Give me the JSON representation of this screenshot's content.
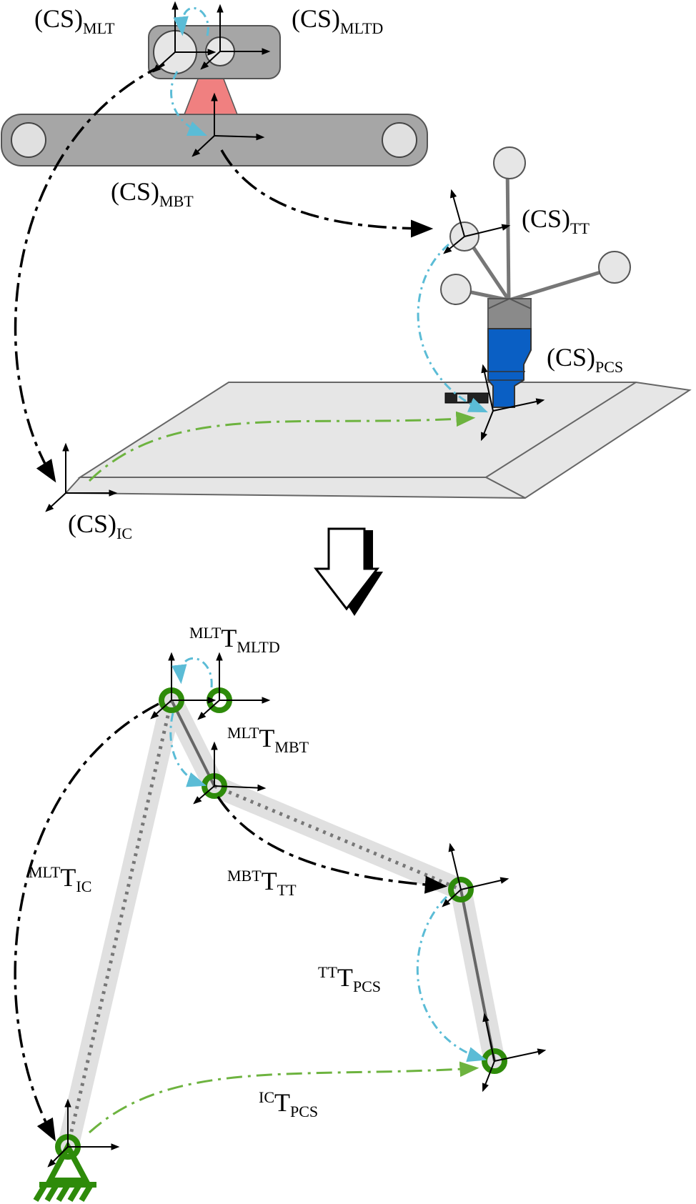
{
  "top_labels": {
    "mlt": {
      "main": "(CS)",
      "sub": "MLT"
    },
    "mltd": {
      "main": "(CS)",
      "sub": "MLTD"
    },
    "mbt": {
      "main": "(CS)",
      "sub": "MBT"
    },
    "tt": {
      "main": "(CS)",
      "sub": "TT"
    },
    "pcs": {
      "main": "(CS)",
      "sub": "PCS"
    },
    "ic": {
      "main": "(CS)",
      "sub": "IC"
    }
  },
  "bottom_labels": {
    "t_mltd": {
      "sup": "MLT",
      "main": "T",
      "sub": "MLTD"
    },
    "t_mbt": {
      "sup": "MLT",
      "main": "T",
      "sub": "MBT"
    },
    "t_ic": {
      "sup": "MLT",
      "main": "T",
      "sub": "IC"
    },
    "t_tt": {
      "sup": "MBT",
      "main": "T",
      "sub": "TT"
    },
    "t_pcs": {
      "sup": "TT",
      "main": "T",
      "sub": "PCS"
    },
    "ic_pcs": {
      "sup": "IC",
      "main": "T",
      "sub": "PCS"
    }
  },
  "colors": {
    "tracker_gray": "#a0a0a0",
    "bar_gray": "#a6a6a6",
    "mount_pink": "#f08080",
    "plate_gray": "#e6e6e6",
    "probe_blue": "#0a5fc4",
    "light_blue": "#5bbcd6",
    "green_arrow": "#6db33f",
    "joint_green": "#2e8b0a",
    "link_shadow": "#e0e0e0"
  }
}
